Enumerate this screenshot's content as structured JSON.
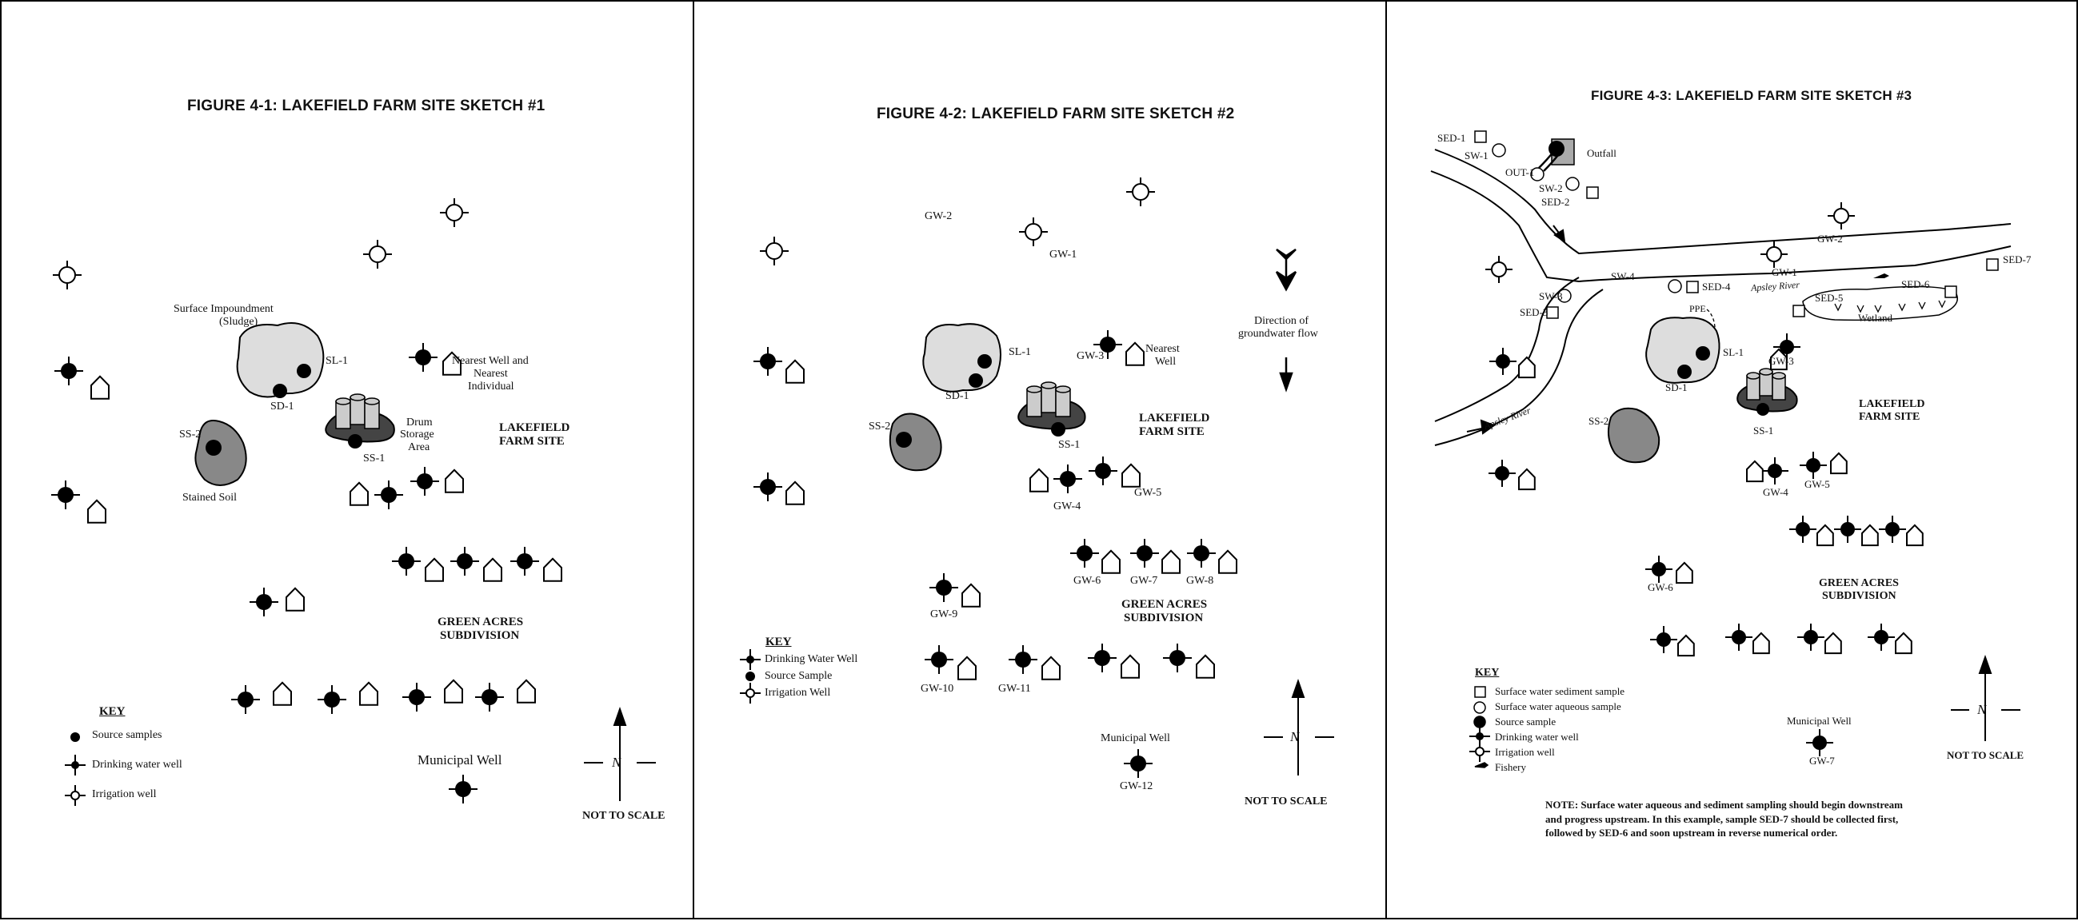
{
  "figure1": {
    "title": "FIGURE 4-1: LAKEFIELD FARM SITE SKETCH #1",
    "surface_impoundment": "Surface Impoundment",
    "sludge": "(Sludge)",
    "sl1": "SL-1",
    "sd1": "SD-1",
    "ss2": "SS-2",
    "stained_soil": "Stained Soil",
    "ss1": "SS-1",
    "drum": "Drum",
    "storage": "Storage",
    "area": "Area",
    "nearest_well_1": "Nearest Well and",
    "nearest_well_2": "Nearest",
    "nearest_well_3": "Individual",
    "site_1": "LAKEFIELD",
    "site_2": "FARM SITE",
    "subdiv_1": "GREEN ACRES",
    "subdiv_2": "SUBDIVISION",
    "municipal": "Municipal Well",
    "key": "KEY",
    "key_source": "Source samples",
    "key_drinking": "Drinking water well",
    "key_irrigation": "Irrigation well",
    "north": "N",
    "not_to_scale": "NOT TO SCALE"
  },
  "figure2": {
    "title": "FIGURE 4-2: LAKEFIELD FARM SITE SKETCH #2",
    "gw1": "GW-1",
    "gw2": "GW-2",
    "gw3": "GW-3",
    "gw4": "GW-4",
    "gw5": "GW-5",
    "gw6": "GW-6",
    "gw7": "GW-7",
    "gw8": "GW-8",
    "gw9": "GW-9",
    "gw10": "GW-10",
    "gw11": "GW-11",
    "gw12": "GW-12",
    "sl1": "SL-1",
    "sd1": "SD-1",
    "ss1": "SS-1",
    "ss2": "SS-2",
    "nearest_1": "Nearest",
    "nearest_2": "Well",
    "flow_1": "Direction of",
    "flow_2": "groundwater flow",
    "site_1": "LAKEFIELD",
    "site_2": "FARM SITE",
    "subdiv_1": "GREEN ACRES",
    "subdiv_2": "SUBDIVISION",
    "municipal": "Municipal Well",
    "key": "KEY",
    "key_drinking": "Drinking Water Well",
    "key_source": "Source Sample",
    "key_irrigation": "Irrigation Well",
    "north": "N",
    "not_to_scale": "NOT TO SCALE"
  },
  "figure3": {
    "title": "FIGURE 4-3: LAKEFIELD FARM SITE SKETCH #3",
    "sed1": "SED-1",
    "sw1": "SW-1",
    "out1": "OUT-1",
    "outfall": "Outfall",
    "sw2": "SW-2",
    "sed2": "SED-2",
    "gw1": "GW-1",
    "gw2": "GW-2",
    "sed7": "SED-7",
    "sw4": "SW-4",
    "sed4": "SED-4",
    "river_1": "Apsley River",
    "river_2": "Apsley River",
    "sed5": "SED-5",
    "sed6": "SED-6",
    "wetland": "Wetland",
    "sw3": "SW-3",
    "sed3": "SED-3",
    "ppe": "PPE",
    "sl1": "SL-1",
    "sd1": "SD-1",
    "gw3": "GW-3",
    "ss1": "SS-1",
    "ss2": "SS-2",
    "site_1": "LAKEFIELD",
    "site_2": "FARM SITE",
    "gw4": "GW-4",
    "gw5": "GW-5",
    "gw6": "GW-6",
    "gw7": "GW-7",
    "subdiv_1": "GREEN ACRES",
    "subdiv_2": "SUBDIVISION",
    "municipal": "Municipal Well",
    "key": "KEY",
    "key_sediment": "Surface water sediment sample",
    "key_aqueous": "Surface water aqueous sample",
    "key_source": "Source sample",
    "key_drinking": "Drinking water well",
    "key_irrigation": "Irrigation well",
    "key_fishery": "Fishery",
    "north": "N",
    "not_to_scale": "NOT TO SCALE",
    "note_1": "NOTE: Surface water aqueous and sediment sampling should begin downstream",
    "note_2": "and progress upstream. In this example, sample SED-7 should be collected first,",
    "note_3": "followed by SED-6 and soon upstream in reverse numerical order."
  }
}
